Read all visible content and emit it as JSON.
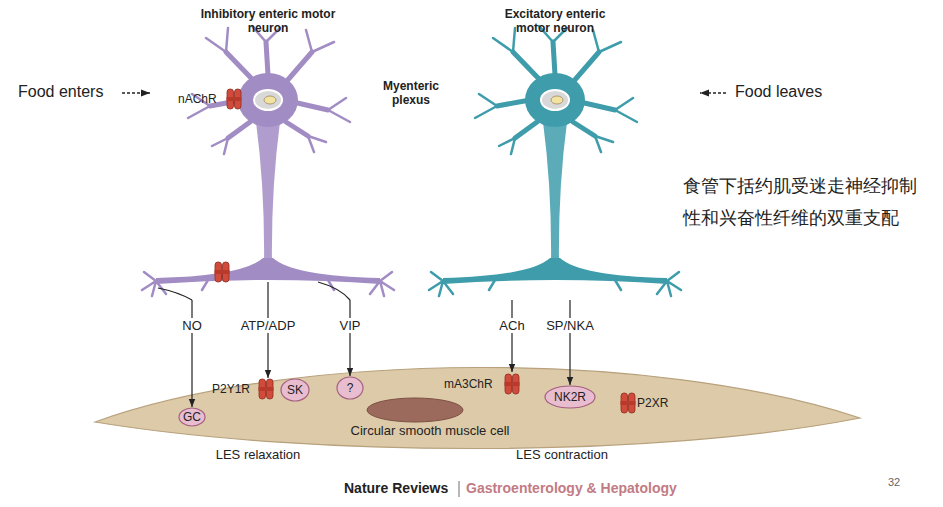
{
  "diagram": {
    "nodes": [
      {
        "text": [
          "Inhibitory enteric motor neuron"
        ]
      },
      {
        "text": [
          "nAChR"
        ],
        "in": 0
      },
      {
        "text": [
          "Excitatory enteric motor neuron"
        ]
      },
      {
        "text": [
          "Circular smooth muscle cell"
        ]
      },
      {
        "text": [
          "GC"
        ],
        "in": 3
      },
      {
        "text": [
          "P2Y1R"
        ],
        "in": 3
      },
      {
        "text": [
          "SK"
        ],
        "in": 3
      },
      {
        "text": [
          "?"
        ],
        "in": 3
      },
      {
        "text": [
          "mA3ChR"
        ],
        "in": 3
      },
      {
        "text": [
          "NK2R"
        ],
        "in": 3
      },
      {
        "text": [
          "P2XR"
        ],
        "in": 3
      }
    ],
    "edges": [
      {
        "from": 0,
        "to": 4,
        "label": "NO",
        "arrow": "to"
      },
      {
        "from": 0,
        "to": 5,
        "label": "ATP/ADP",
        "arrow": "to"
      },
      {
        "from": 0,
        "to": 7,
        "label": "VIP",
        "arrow": "to"
      },
      {
        "from": 2,
        "to": 8,
        "label": "ACh",
        "arrow": "to"
      },
      {
        "from": 2,
        "to": 9,
        "label": "SP/NKA",
        "arrow": "to"
      }
    ],
    "labels": [
      "Myenteric plexus",
      "Food enters",
      "Food leaves",
      "食管下括约肌受迷走神经抑制性和兴奋性纤维的双重支配",
      "LES relaxation",
      "LES contraction",
      "Nature Reviews",
      "Gastroenterology & Hepatology",
      "32"
    ]
  }
}
